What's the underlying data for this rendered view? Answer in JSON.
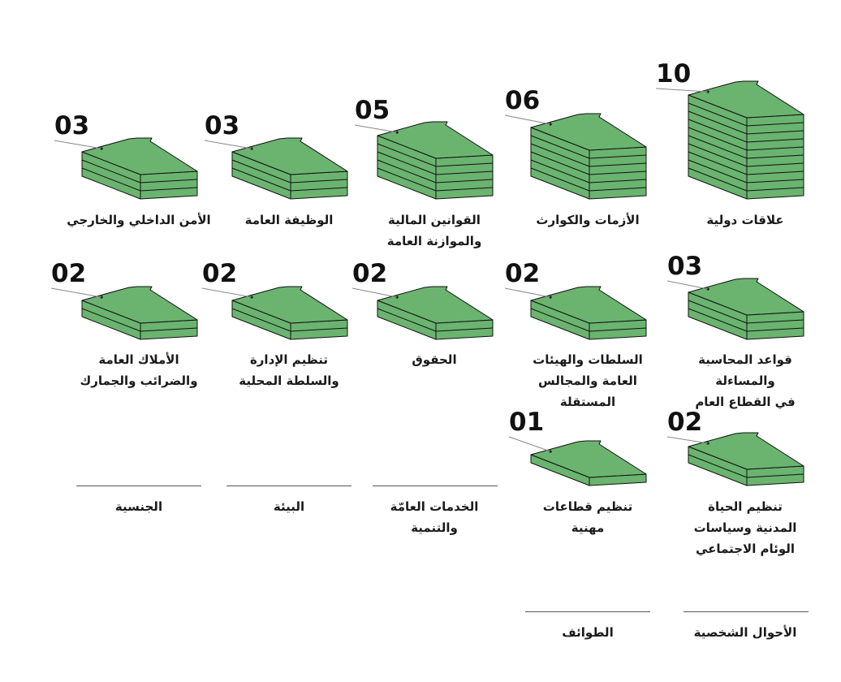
{
  "colors": {
    "face": "#6ab46f",
    "stroke": "#111111",
    "text": "#1a1a1a",
    "rule": "#555555"
  },
  "items": [
    {
      "id": "international-relations",
      "count": "10",
      "layers": 10,
      "label": "علاقات دولية"
    },
    {
      "id": "crises-disasters",
      "count": "06",
      "layers": 6,
      "label": "الأزمات والكوارث"
    },
    {
      "id": "finance-laws",
      "count": "05",
      "layers": 5,
      "label": "القوانين المالية\nوالموازنة العامة"
    },
    {
      "id": "public-service",
      "count": "03",
      "layers": 3,
      "label": "الوظيفة العامة"
    },
    {
      "id": "security",
      "count": "03",
      "layers": 3,
      "label": "الأمن الداخلي والخارجي"
    },
    {
      "id": "accounting-rules",
      "count": "03",
      "layers": 3,
      "label": "قواعد المحاسبة والمساءلة\nفي القطاع العام"
    },
    {
      "id": "authorities-councils",
      "count": "02",
      "layers": 2,
      "label": "السلطات والهيئات\nالعامة والمجالس المستقلة"
    },
    {
      "id": "rights",
      "count": "02",
      "layers": 2,
      "label": "الحقوق"
    },
    {
      "id": "administration",
      "count": "02",
      "layers": 2,
      "label": "تنظيم الإدارة\nوالسلطة المحلية"
    },
    {
      "id": "public-property",
      "count": "02",
      "layers": 2,
      "label": "الأملاك العامة\nوالضرائب والجمارك"
    },
    {
      "id": "civil-life",
      "count": "02",
      "layers": 2,
      "label": "تنظيم الحياة\nالمدنية وسياسات\nالوئام الاجتماعي"
    },
    {
      "id": "professional-sectors",
      "count": "01",
      "layers": 1,
      "label": "تنظيم قطاعات\nمهنية"
    },
    {
      "id": "public-services-dev",
      "count": "",
      "layers": 0,
      "label": "الخدمات العامّة\nوالتنمية"
    },
    {
      "id": "environment",
      "count": "",
      "layers": 0,
      "label": "البيئة"
    },
    {
      "id": "nationality",
      "count": "",
      "layers": 0,
      "label": "الجنسية"
    },
    {
      "id": "personal-status",
      "count": "",
      "layers": 0,
      "label": "الأحوال الشخصية"
    },
    {
      "id": "sects",
      "count": "",
      "layers": 0,
      "label": "الطوائف"
    }
  ]
}
